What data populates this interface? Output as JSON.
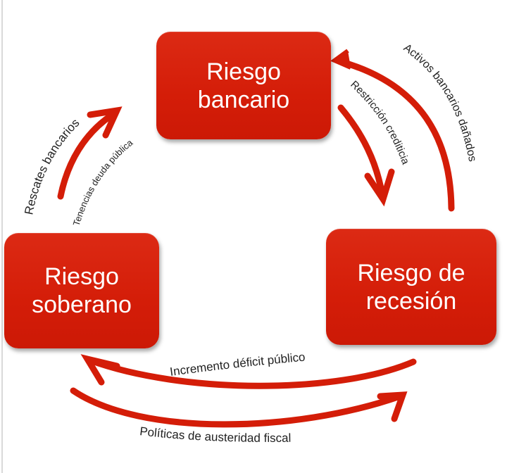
{
  "diagram": {
    "type": "cycle-diagram",
    "accent_color": "#D71E0A",
    "nodes": [
      {
        "id": "bank",
        "line1": "Riesgo",
        "line2": "bancario"
      },
      {
        "id": "sovereign",
        "line1": "Riesgo",
        "line2": "soberano"
      },
      {
        "id": "recession",
        "line1": "Riesgo de",
        "line2": "recesión"
      }
    ],
    "edges": [
      {
        "id": "rescates",
        "from": "sovereign",
        "to": "bank",
        "label": "Rescates bancarios"
      },
      {
        "id": "tenencias",
        "from": "sovereign",
        "to": "bank",
        "label": "Tenencias deuda pública"
      },
      {
        "id": "restriccion",
        "from": "bank",
        "to": "recession",
        "label": "Restricción crediticia"
      },
      {
        "id": "activos",
        "from": "recession",
        "to": "bank",
        "label": "Activos bancarios dañados"
      },
      {
        "id": "incremento",
        "from": "recession",
        "to": "sovereign",
        "label": "Incremento déficit público"
      },
      {
        "id": "politicas",
        "from": "sovereign",
        "to": "recession",
        "label": "Políticas de austeridad fiscal"
      }
    ]
  }
}
